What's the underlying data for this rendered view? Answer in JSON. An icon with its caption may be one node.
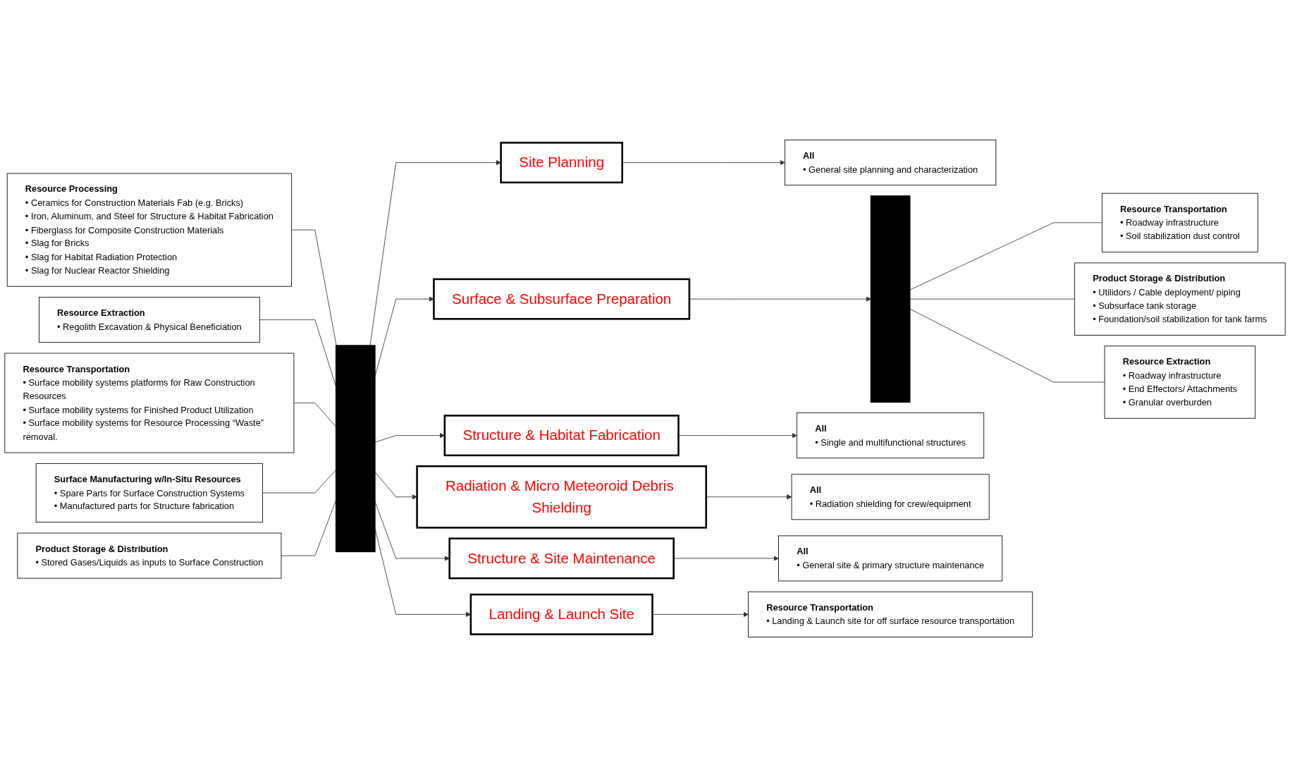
{
  "diagram": {
    "nodes": [
      {
        "text": [
          "Resource Processing",
          "• Ceramics for Construction Materials Fab (e.g. Bricks)",
          "• Iron, Aluminum, and Steel for Structure & Habitat Fabrication",
          "• Fiberglass for Composite Construction Materials",
          "• Slag for Bricks",
          "• Slag for Habitat Radiation Protection",
          "• Slag for Nuclear Reactor Shielding"
        ]
      },
      {
        "text": [
          "Resource Extraction",
          "• Regolith Excavation & Physical Beneficiation"
        ]
      },
      {
        "text": [
          "Resource Transportation",
          "• Surface mobility systems platforms for Raw Construction Resources",
          "• Surface mobility systems for Finished Product Utilization",
          "• Surface mobility systems for Resource Processing “Waste” removal."
        ]
      },
      {
        "text": [
          "Surface Manufacturing w/In-Situ Resources",
          "• Spare Parts for Surface Construction Systems",
          "• Manufactured parts for Structure fabrication"
        ]
      },
      {
        "text": [
          "Product Storage & Distribution",
          "• Stored Gases/Liquids as inputs to Surface Construction"
        ]
      },
      {
        "text": [],
        "shape": "bar"
      },
      {
        "text": [
          "Site Planning"
        ]
      },
      {
        "text": [
          "Surface & Subsurface Preparation"
        ]
      },
      {
        "text": [
          "Structure & Habitat Fabrication"
        ]
      },
      {
        "text": [
          "Radiation & Micro Meteoroid Debris Shielding"
        ]
      },
      {
        "text": [
          "Structure & Site Maintenance"
        ]
      },
      {
        "text": [
          "Landing & Launch Site"
        ]
      },
      {
        "text": [
          "All",
          "• General site planning and characterization"
        ]
      },
      {
        "text": [],
        "shape": "bar"
      },
      {
        "text": [
          "Resource Transportation",
          "• Roadway infrastructure",
          "• Soil stabilization dust control"
        ]
      },
      {
        "text": [
          "Product Storage & Distribution",
          "• Utilidors / Cable deployment/ piping",
          "• Subsurface tank storage",
          "• Foundation/soil stabilization for tank farms"
        ]
      },
      {
        "text": [
          "Resource Extraction",
          "• Roadway infrastructure",
          "• End Effectors/ Attachments",
          "• Granular overburden"
        ]
      },
      {
        "text": [
          "All",
          "• Single and multifunctional structures"
        ]
      },
      {
        "text": [
          "All",
          "• Radiation shielding for crew/equipment"
        ]
      },
      {
        "text": [
          "All",
          "• General site & primary structure maintenance"
        ]
      },
      {
        "text": [
          "Resource Transportation",
          "• Landing & Launch site for off surface resource transportation"
        ]
      }
    ],
    "edges": [
      {
        "from": 0,
        "to": 5,
        "arrow": "none"
      },
      {
        "from": 1,
        "to": 5,
        "arrow": "none"
      },
      {
        "from": 2,
        "to": 5,
        "arrow": "none"
      },
      {
        "from": 3,
        "to": 5,
        "arrow": "none"
      },
      {
        "from": 4,
        "to": 5,
        "arrow": "none"
      },
      {
        "from": 5,
        "to": 6,
        "arrow": "to"
      },
      {
        "from": 5,
        "to": 7,
        "arrow": "to"
      },
      {
        "from": 5,
        "to": 8,
        "arrow": "to"
      },
      {
        "from": 5,
        "to": 9,
        "arrow": "to"
      },
      {
        "from": 5,
        "to": 10,
        "arrow": "to"
      },
      {
        "from": 5,
        "to": 11,
        "arrow": "to"
      },
      {
        "from": 6,
        "to": 12,
        "arrow": "to"
      },
      {
        "from": 7,
        "to": 13,
        "arrow": "to"
      },
      {
        "from": 13,
        "to": 14,
        "arrow": "none"
      },
      {
        "from": 13,
        "to": 15,
        "arrow": "none"
      },
      {
        "from": 13,
        "to": 16,
        "arrow": "none"
      },
      {
        "from": 8,
        "to": 17,
        "arrow": "to"
      },
      {
        "from": 9,
        "to": 18,
        "arrow": "to"
      },
      {
        "from": 10,
        "to": 19,
        "arrow": "to"
      },
      {
        "from": 11,
        "to": 20,
        "arrow": "to"
      }
    ]
  }
}
